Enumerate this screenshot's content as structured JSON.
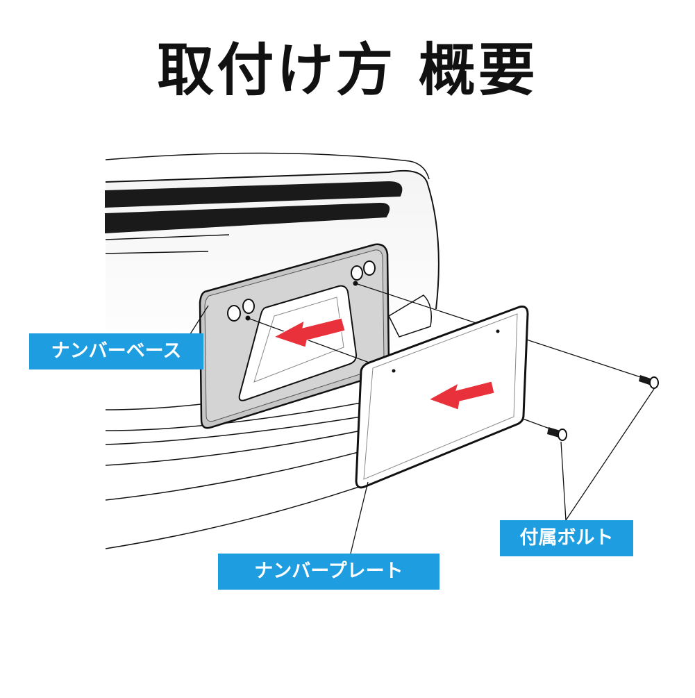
{
  "title": "取付け方 概要",
  "labels": {
    "number_base": "ナンバーベース",
    "number_plate": "ナンバープレート",
    "bolts": "付属ボルト"
  },
  "colors": {
    "label_bg": "#1e9ee0",
    "label_text": "#ffffff",
    "arrow": "#e8313a",
    "base_fill": "#c8c8c8",
    "outline": "#111111"
  },
  "icons": [
    "insert-arrow-icon",
    "bolt-icon"
  ]
}
